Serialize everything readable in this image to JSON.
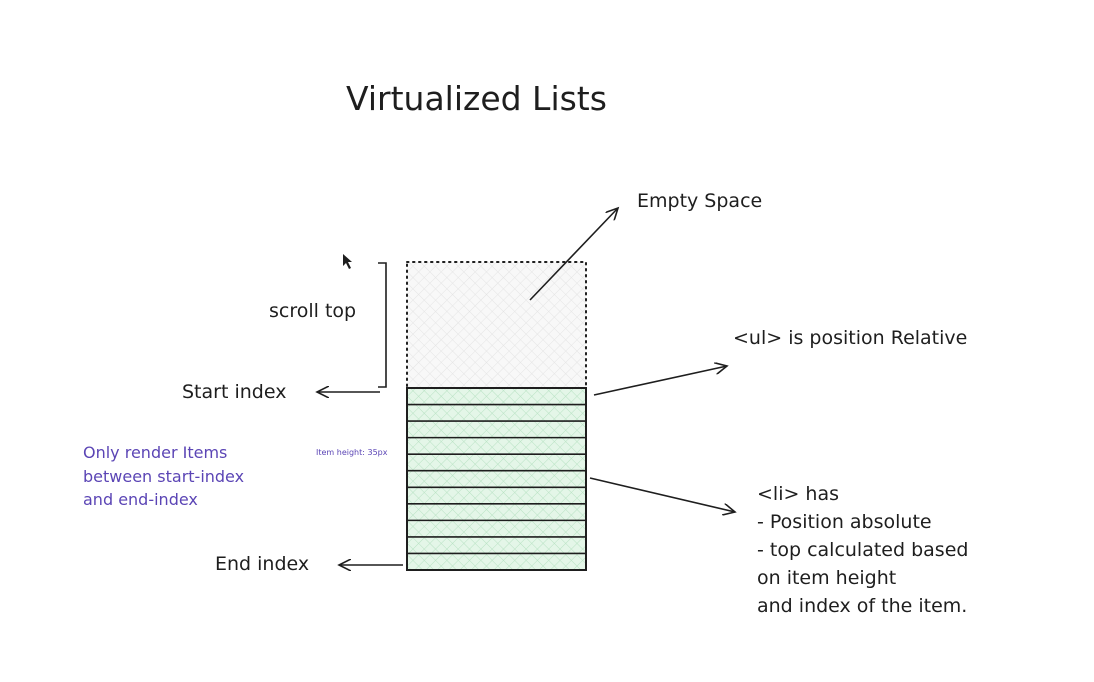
{
  "title": "Virtualized Lists",
  "labels": {
    "empty_space": "Empty Space",
    "scroll_top": "scroll top",
    "start_index": "Start index",
    "end_index": "End index",
    "ul_note": "<ul> is position Relative",
    "item_height": "Item height: 35px"
  },
  "render_note": [
    "Only render Items",
    "between start-index",
    "and end-index"
  ],
  "li_note": [
    "<li> has",
    "- Position absolute",
    "- top calculated based",
    "on item height",
    "and index of the item."
  ],
  "colors": {
    "stroke": "#1e1e1e",
    "rendered_fill": "#d3f2dc",
    "empty_fill": "#eeeeee",
    "note": "#5b45b5"
  },
  "rendered_item_count": 11
}
